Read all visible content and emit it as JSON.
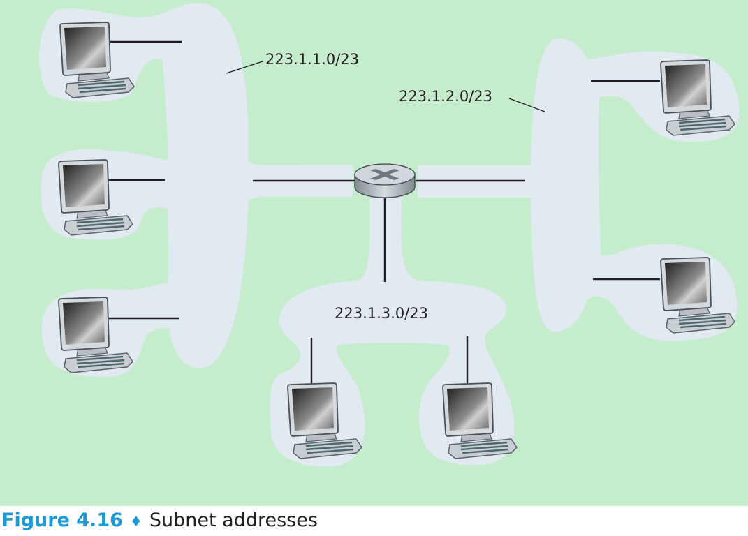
{
  "figure": {
    "number_label": "Figure 4.16",
    "separator": "♦",
    "title": "Subnet addresses"
  },
  "colors": {
    "background": "#c6ecce",
    "subnet_cloud": "#e1e9f1",
    "caption_accent": "#1a9ad6",
    "link": "#231f20"
  },
  "router": {
    "icon": "router-icon"
  },
  "subnets": [
    {
      "id": "left",
      "label": "223.1.1.0/23",
      "hosts": 3
    },
    {
      "id": "right",
      "label": "223.1.2.0/23",
      "hosts": 2
    },
    {
      "id": "bottom",
      "label": "223.1.3.0/23",
      "hosts": 2
    }
  ]
}
